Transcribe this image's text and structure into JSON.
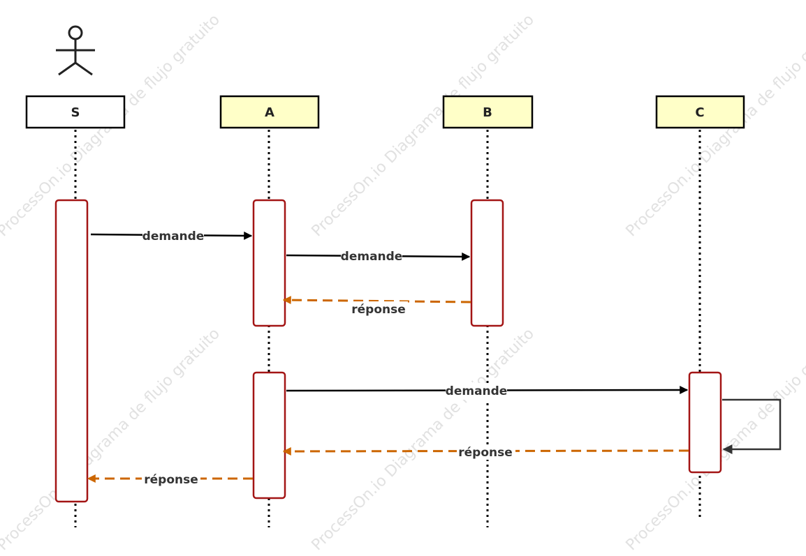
{
  "watermark": "ProcessOn.io Diagrama de flujo gratuito",
  "participants": [
    {
      "id": "S",
      "label": "S",
      "actor": true
    },
    {
      "id": "A",
      "label": "A",
      "actor": false
    },
    {
      "id": "B",
      "label": "B",
      "actor": false
    },
    {
      "id": "C",
      "label": "C",
      "actor": false
    }
  ],
  "messages": [
    {
      "from": "S",
      "to": "A",
      "label": "demande",
      "kind": "request"
    },
    {
      "from": "A",
      "to": "B",
      "label": "demande",
      "kind": "request"
    },
    {
      "from": "B",
      "to": "A",
      "label": "réponse",
      "kind": "response"
    },
    {
      "from": "A",
      "to": "C",
      "label": "demande",
      "kind": "request"
    },
    {
      "from": "C",
      "to": "C",
      "label": "",
      "kind": "self"
    },
    {
      "from": "C",
      "to": "A",
      "label": "réponse",
      "kind": "response"
    },
    {
      "from": "A",
      "to": "S",
      "label": "réponse",
      "kind": "response"
    }
  ],
  "colors": {
    "participant_fill": "#ffffc8",
    "actor_fill": "#ffffff",
    "activation_stroke": "#a31515",
    "request_arrow": "#000000",
    "response_arrow": "#cc6600",
    "self_arrow": "#333333"
  }
}
